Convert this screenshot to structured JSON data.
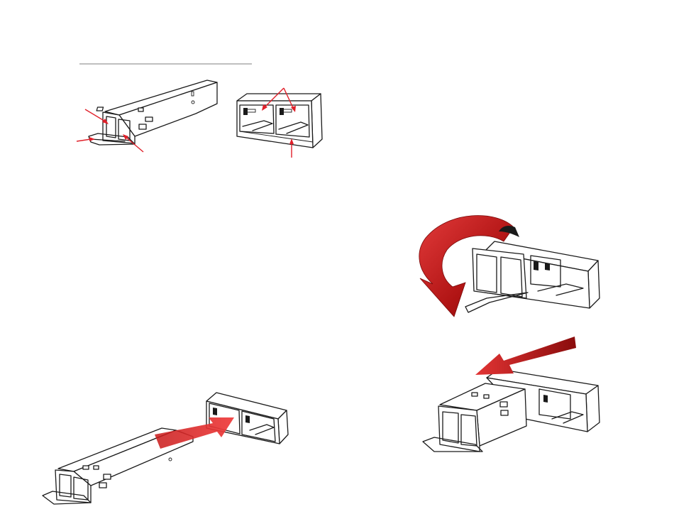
{
  "colors": {
    "line": "#1a1a1a",
    "callout": "#e0202a",
    "arrow_dark": "#9a1010",
    "arrow_light": "#e03a3a",
    "rule": "#999999"
  },
  "icons": [
    "transceiver-module",
    "cage-receptacle",
    "curved-rotate-arrow",
    "straight-motion-arrow"
  ]
}
